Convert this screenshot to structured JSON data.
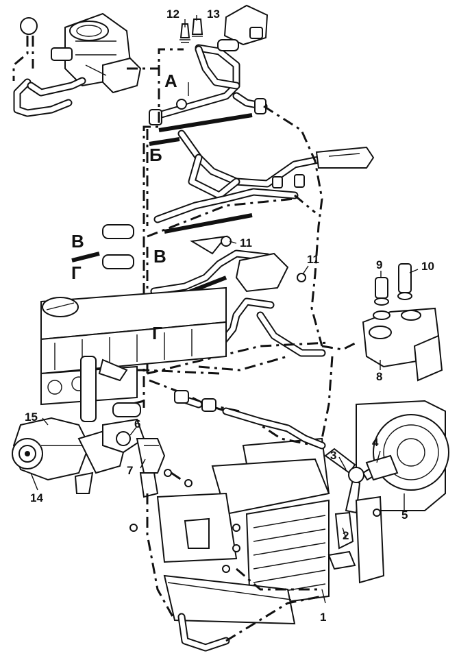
{
  "labels": {
    "n1": "1",
    "n2": "2",
    "n3": "3",
    "n4": "4",
    "n5": "5",
    "n6": "6",
    "n7": "7",
    "n8": "8",
    "n9": "9",
    "n10": "10",
    "n11a": "11",
    "n11b": "11",
    "n12": "12",
    "n13": "13",
    "n14": "14",
    "n15": "15",
    "A": "А",
    "B1": "Б",
    "V1": "В",
    "G1": "Г",
    "V2": "В",
    "G2": "Г"
  }
}
